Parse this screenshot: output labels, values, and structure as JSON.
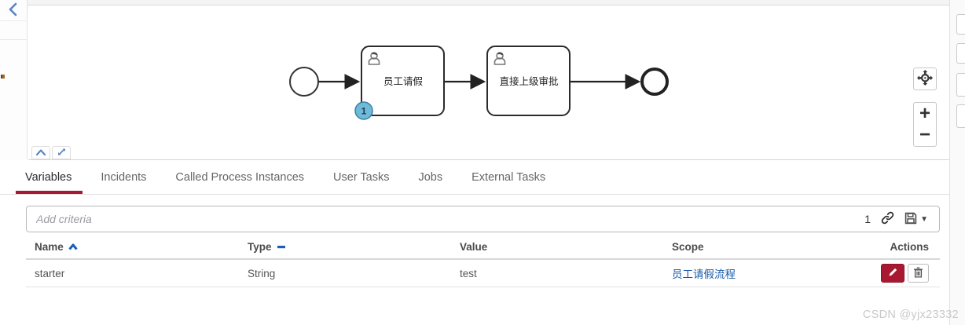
{
  "nav": {
    "back_tooltip": "back"
  },
  "diagram": {
    "tasks": [
      {
        "label": "员工请假",
        "badge": "1"
      },
      {
        "label": "直接上级审批"
      }
    ],
    "badge": {
      "value": "1",
      "fill": "#6ebad8",
      "border": "#3a7fa5"
    },
    "controls": {
      "center": "center-viewport",
      "zoom_in": "+",
      "zoom_out": "−"
    }
  },
  "tabs": [
    {
      "label": "Variables",
      "active": true
    },
    {
      "label": "Incidents",
      "active": false
    },
    {
      "label": "Called Process Instances",
      "active": false
    },
    {
      "label": "User Tasks",
      "active": false
    },
    {
      "label": "Jobs",
      "active": false
    },
    {
      "label": "External Tasks",
      "active": false
    }
  ],
  "filter": {
    "placeholder": "Add criteria",
    "count": "1"
  },
  "table": {
    "headers": [
      {
        "label": "Name",
        "sort": "asc"
      },
      {
        "label": "Type",
        "sort": "none"
      },
      {
        "label": "Value",
        "sort": null
      },
      {
        "label": "Scope",
        "sort": null
      },
      {
        "label": "Actions",
        "sort": null
      }
    ],
    "rows": [
      {
        "name": "starter",
        "type": "String",
        "value": "test",
        "scope": "员工请假流程"
      }
    ]
  },
  "watermark": "CSDN @yjx23332",
  "colors": {
    "accent_red": "#a81931",
    "link_blue": "#1558a8",
    "sort_blue": "#1d5eb8",
    "icon_blue": "#5b84c4"
  }
}
